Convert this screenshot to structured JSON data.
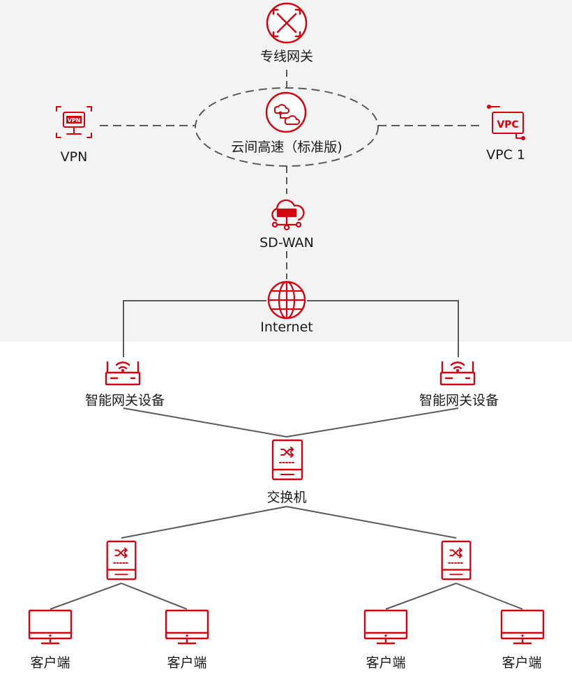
{
  "colors": {
    "accent": "#d7000f",
    "line": "#595959",
    "zone_bg": "#f3f3f3"
  },
  "nodes": {
    "dedicated_gateway": {
      "label": "专线网关",
      "icon": "router-icon"
    },
    "cloud_connect": {
      "label": "云间高速（标准版)",
      "icon": "cloud-connect-icon"
    },
    "vpn": {
      "label": "VPN",
      "icon": "vpn-icon",
      "badge": "VPN"
    },
    "vpc": {
      "label": "VPC 1",
      "icon": "vpc-icon",
      "badge": "VPC"
    },
    "sdwan": {
      "label": "SD-WAN",
      "icon": "sdwan-cloud-icon"
    },
    "internet": {
      "label": "Internet",
      "icon": "globe-icon"
    },
    "gateway_left": {
      "label": "智能网关设备",
      "icon": "gateway-device-icon"
    },
    "gateway_right": {
      "label": "智能网关设备",
      "icon": "gateway-device-icon"
    },
    "core_switch": {
      "label": "交换机",
      "icon": "switch-icon"
    },
    "switch_left": {
      "icon": "switch-icon"
    },
    "switch_right": {
      "icon": "switch-icon"
    },
    "client_1": {
      "label": "客户端",
      "icon": "monitor-icon"
    },
    "client_2": {
      "label": "客户端",
      "icon": "monitor-icon"
    },
    "client_3": {
      "label": "客户端",
      "icon": "monitor-icon"
    },
    "client_4": {
      "label": "客户端",
      "icon": "monitor-icon"
    }
  }
}
